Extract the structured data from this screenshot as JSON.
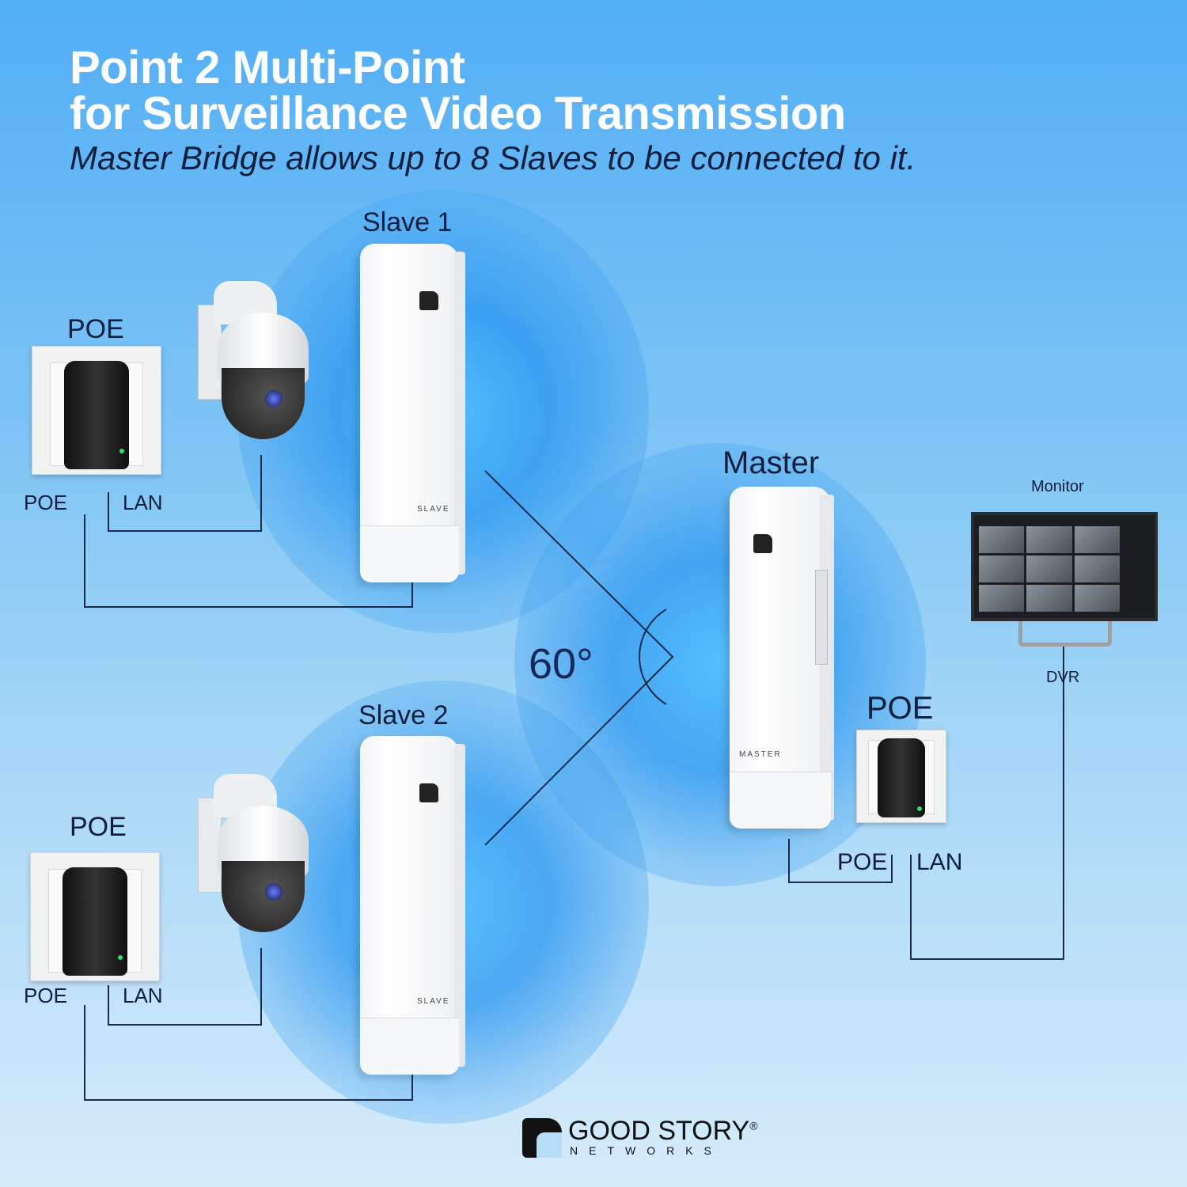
{
  "title": {
    "line1": "Point 2 Multi-Point",
    "line2": "for Surveillance Video Transmission",
    "subtitle": "Master Bridge allows up to 8 Slaves to be connected to it."
  },
  "slave1": {
    "label": "Slave 1",
    "device_text": "SLAVE",
    "poe_heading": "POE",
    "poe_port": "POE",
    "lan_port": "LAN"
  },
  "slave2": {
    "label": "Slave 2",
    "device_text": "SLAVE",
    "poe_heading": "POE",
    "poe_port": "POE",
    "lan_port": "LAN"
  },
  "master": {
    "label": "Master",
    "device_text": "MASTER",
    "poe_heading": "POE",
    "poe_port": "POE",
    "lan_port": "LAN"
  },
  "angle": "60°",
  "monitor": {
    "label": "Monitor",
    "dvr": "DVR"
  },
  "brand": {
    "name": "GOOD STORY",
    "registered": "®",
    "sub": "NETWORKS"
  },
  "colors": {
    "text": "#0f1e3d",
    "title": "#ffffff",
    "line": "#1a2a4a"
  }
}
